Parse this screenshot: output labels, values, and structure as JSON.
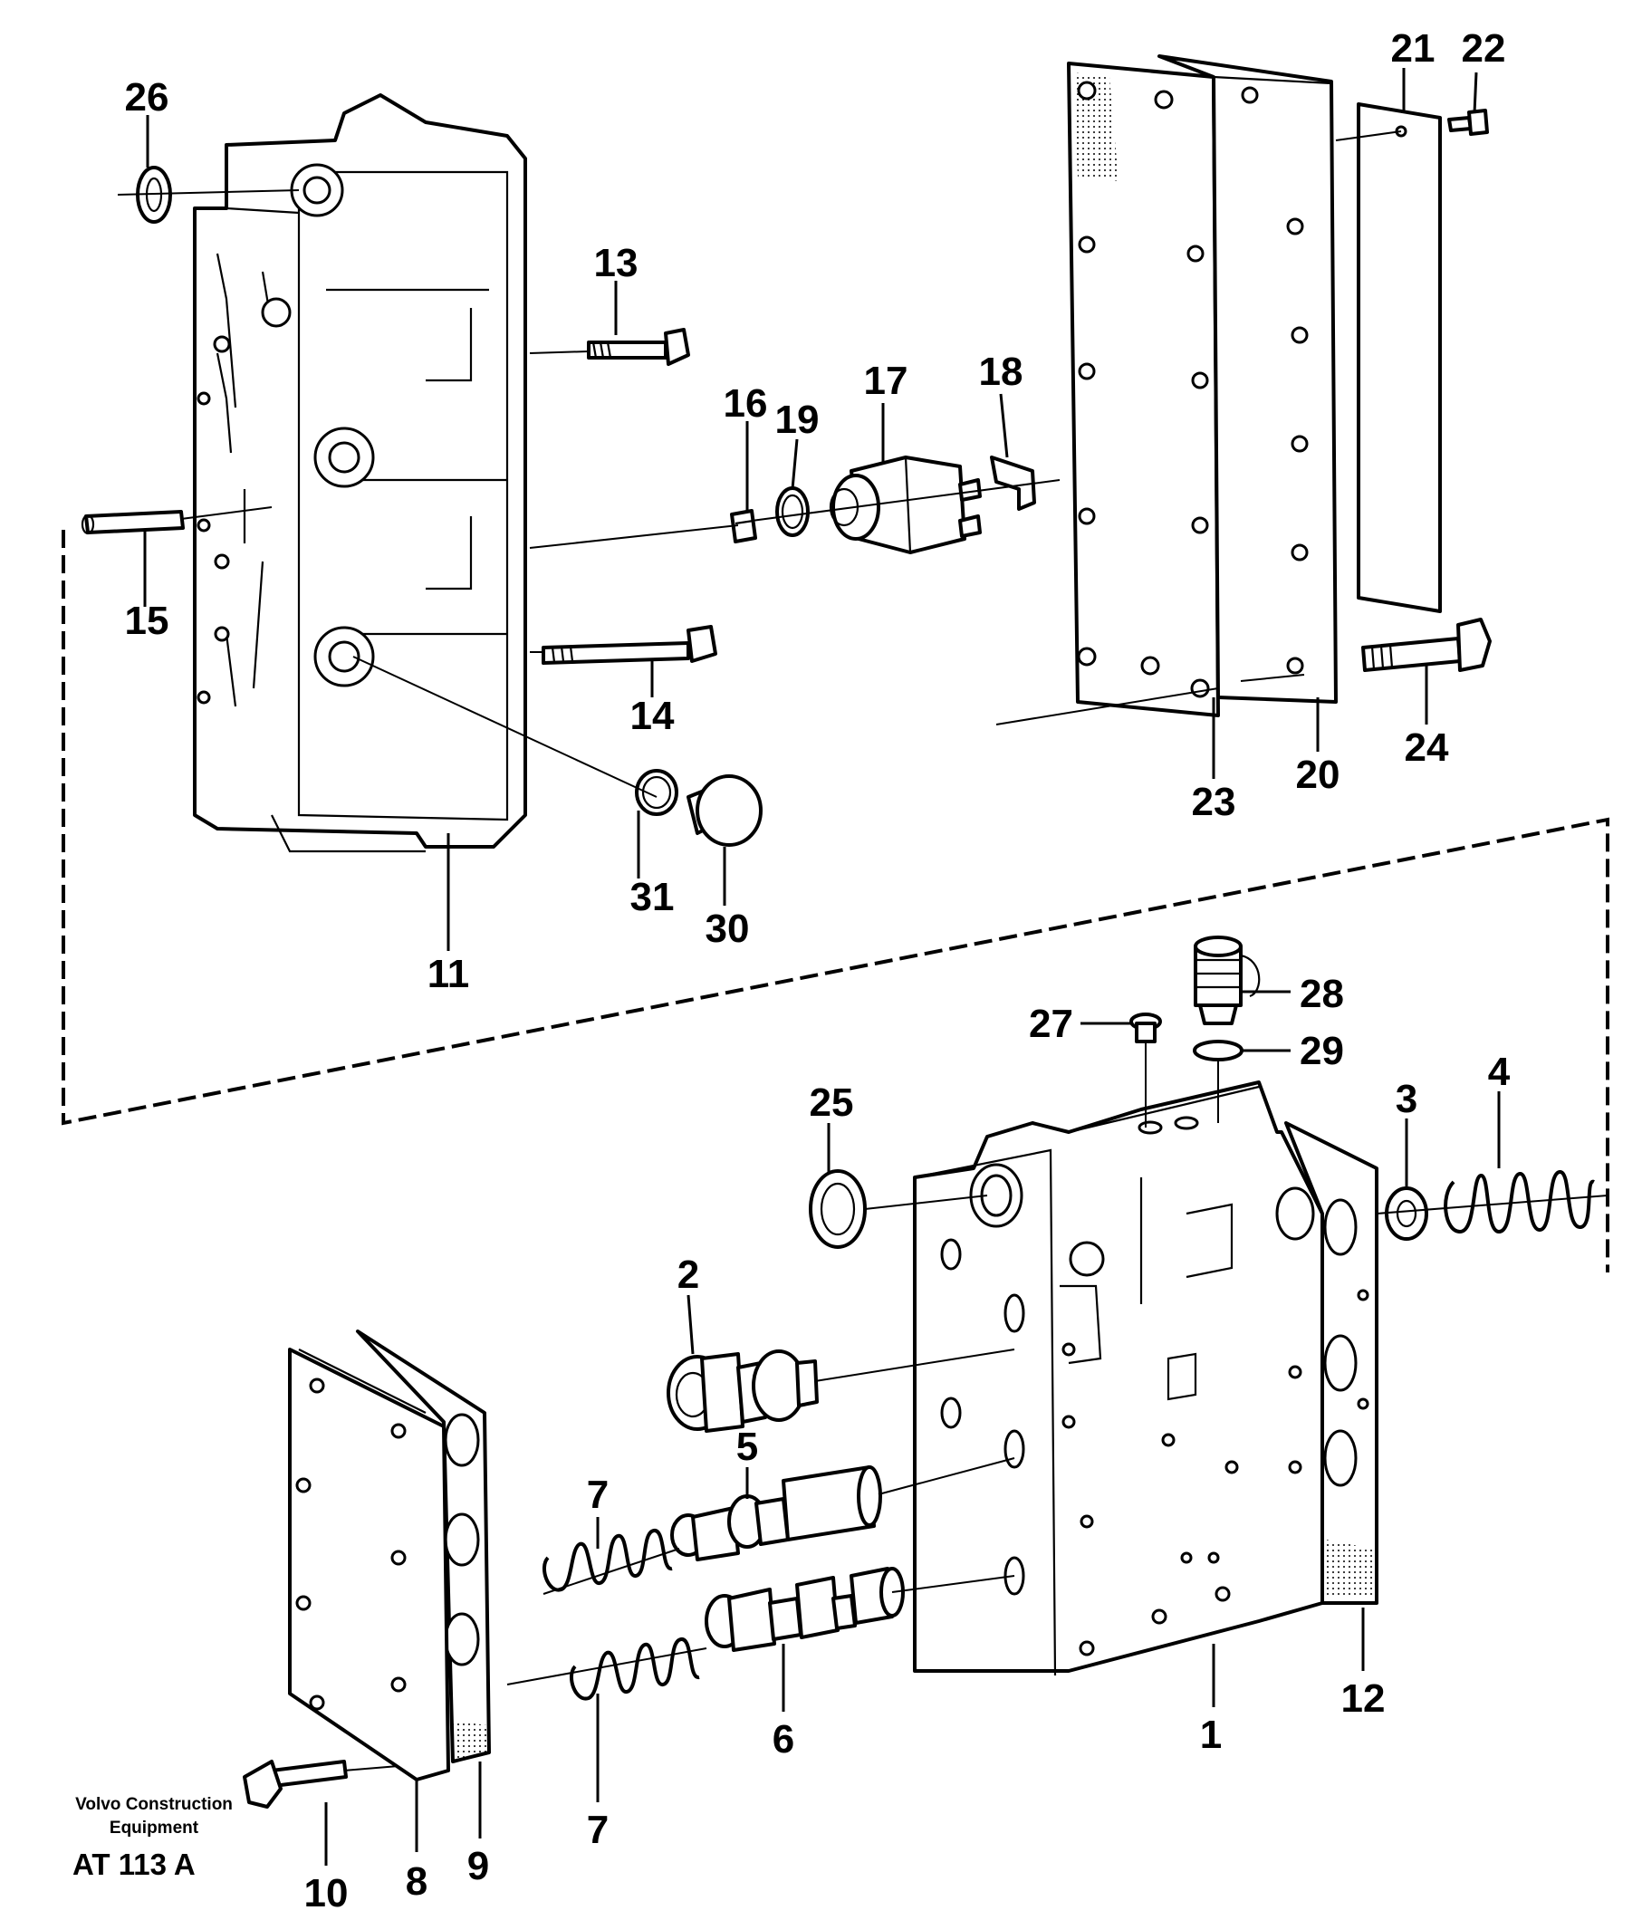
{
  "footer": {
    "company_line_1": "Volvo Construction",
    "company_line_2": "Equipment",
    "drawing_code": "AT 113 A"
  },
  "callouts": {
    "c1": "1",
    "c2": "2",
    "c3": "3",
    "c4": "4",
    "c5": "5",
    "c6": "6",
    "c7a": "7",
    "c7b": "7",
    "c8": "8",
    "c9": "9",
    "c10": "10",
    "c11": "11",
    "c12": "12",
    "c13": "13",
    "c14": "14",
    "c15": "15",
    "c16": "16",
    "c17": "17",
    "c18": "18",
    "c19": "19",
    "c20": "20",
    "c21": "21",
    "c22": "22",
    "c23": "23",
    "c24": "24",
    "c25": "25",
    "c26": "26",
    "c27": "27",
    "c28": "28",
    "c29": "29",
    "c30": "30",
    "c31": "31"
  }
}
